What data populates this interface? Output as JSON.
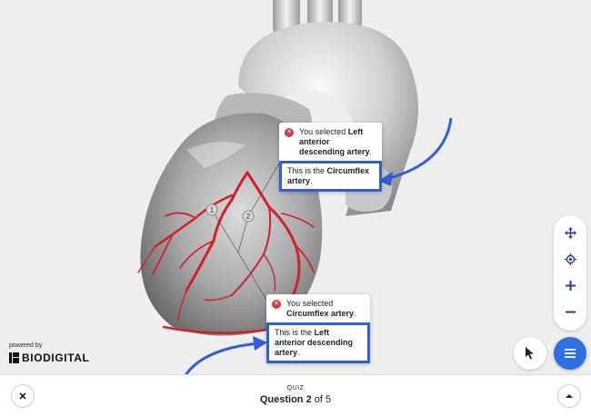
{
  "callouts": {
    "top": {
      "selected_prefix": "You selected ",
      "selected_name": "Left anterior descending artery",
      "selected_suffix": ".",
      "correct_prefix": "This is the ",
      "correct_name": "Circumflex artery",
      "correct_suffix": "."
    },
    "bottom": {
      "selected_prefix": "You selected ",
      "selected_name": "Circumflex artery",
      "selected_suffix": ".",
      "correct_prefix": "This is the ",
      "correct_name": "Left anterior descending artery",
      "correct_suffix": "."
    }
  },
  "markers": {
    "one": "1",
    "two": "2"
  },
  "branding": {
    "powered_by": "powered by",
    "name": "BIODIGITAL"
  },
  "quiz": {
    "label": "QUIZ",
    "question_word": "Question ",
    "current": "2",
    "of_word": " of ",
    "total": "5"
  },
  "icons": {
    "error": "error-icon",
    "move": "move-arrows-icon",
    "center": "center-target-icon",
    "zoom_in": "zoom-in-icon",
    "zoom_out": "zoom-out-icon",
    "select": "cursor-icon",
    "menu": "hamburger-icon",
    "close": "close-icon",
    "expand": "chevron-up-icon"
  },
  "colors": {
    "accent": "#2f6fe0",
    "highlight_box": "#2f5ed7",
    "artery": "#d0202a",
    "error": "#d93a3a"
  }
}
